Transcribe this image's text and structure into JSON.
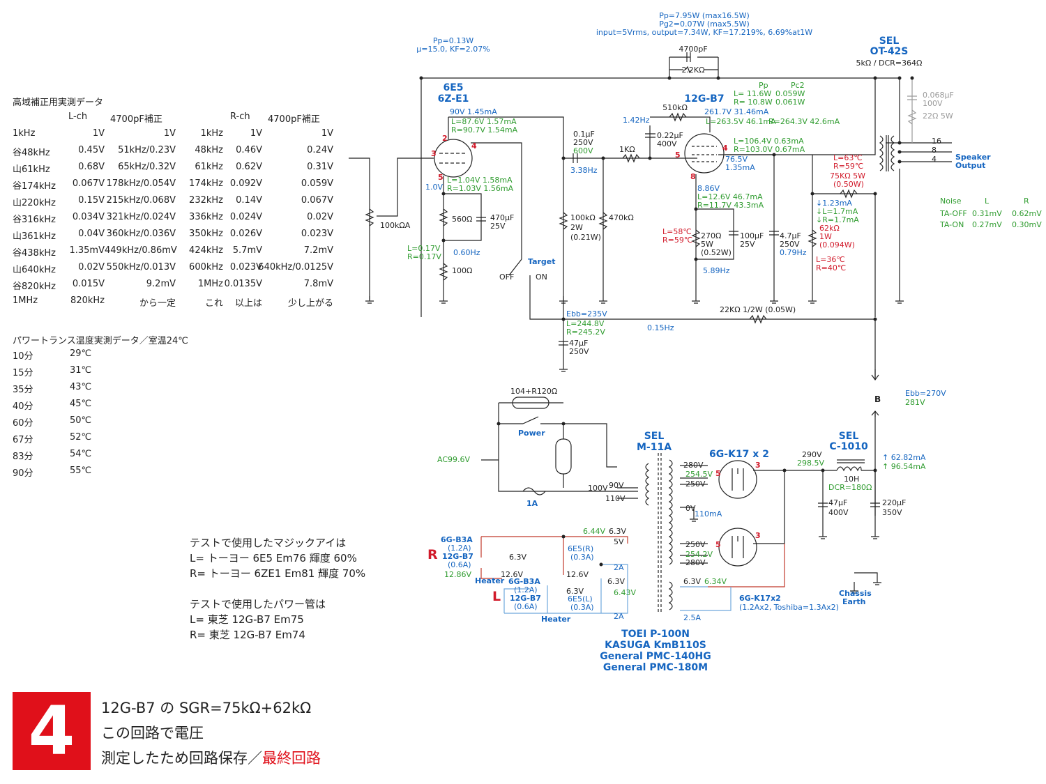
{
  "hf_table": {
    "title": "高域補正用実測データ",
    "headers": [
      "",
      "L-ch",
      "4700pF補正",
      "",
      "R-ch",
      "4700pF補正"
    ],
    "rows": [
      [
        "1kHz",
        "1V",
        "1V",
        "1kHz",
        "1V",
        "1V"
      ],
      [
        "谷48kHz",
        "0.45V",
        "51kHz/0.23V",
        "48kHz",
        "0.46V",
        "0.24V"
      ],
      [
        "山61kHz",
        "0.68V",
        "65kHz/0.32V",
        "61kHz",
        "0.62V",
        "0.31V"
      ],
      [
        "谷174kHz",
        "0.067V",
        "178kHz/0.054V",
        "174kHz",
        "0.092V",
        "0.059V"
      ],
      [
        "山220kHz",
        "0.15V",
        "215kHz/0.068V",
        "232kHz",
        "0.14V",
        "0.067V"
      ],
      [
        "谷316kHz",
        "0.034V",
        "321kHz/0.024V",
        "336kHz",
        "0.024V",
        "0.02V"
      ],
      [
        "山361kHz",
        "0.04V",
        "360kHz/0.036V",
        "350kHz",
        "0.026V",
        "0.023V"
      ],
      [
        "谷438kHz",
        "1.35mV",
        "449kHz/0.86mV",
        "424kHz",
        "5.7mV",
        "7.2mV"
      ],
      [
        "山640kHz",
        "0.02V",
        "550kHz/0.013V",
        "600kHz",
        "0.023V",
        "640kHz/0.0125V"
      ],
      [
        "谷820kHz",
        "0.015V",
        "9.2mV",
        "1MHz",
        "0.0135V",
        "7.8mV"
      ],
      [
        "1MHz",
        "820kHz",
        "から一定",
        "これ",
        "以上は",
        "少し上がる"
      ]
    ]
  },
  "temp_table": {
    "title": "パワートランス温度実測データ／室温24℃",
    "rows": [
      [
        "10分",
        "29℃"
      ],
      [
        "15分",
        "31℃"
      ],
      [
        "35分",
        "43℃"
      ],
      [
        "40分",
        "45℃"
      ],
      [
        "60分",
        "50℃"
      ],
      [
        "67分",
        "52℃"
      ],
      [
        "83分",
        "54℃"
      ],
      [
        "90分",
        "55℃"
      ]
    ]
  },
  "notes": {
    "eye_title": "テストで使用したマジックアイは",
    "eye_l": "L= トーヨー 6E5 Em76 輝度 60%",
    "eye_r": "R= トーヨー 6ZE1 Em81 輝度 70%",
    "pwr_title": "テストで使用したパワー管は",
    "pwr_l": "L= 東芝 12G-B7 Em75",
    "pwr_r": "R= 東芝 12G-B7 Em74"
  },
  "badge": {
    "number": "4"
  },
  "caption": {
    "line1": "12G-B7 の SGR=75kΩ+62kΩ",
    "line2": "この回路で電圧",
    "line3_a": "測定したため回路保存／",
    "line3_b": "最終回路"
  },
  "schematic": {
    "top_pp": "Pp=7.95W (max16.5W)",
    "top_pg2": "Pg2=0.07W (max5.5W)",
    "top_input": "input=5Vrms, output=7.34W, KF=17.219%, 6.69%at1W",
    "eye_pp": "Pp=0.13W",
    "eye_mu": "μ=15.0, KF=2.07%",
    "nfb_cap": "4700pF",
    "nfb_res": "2.2KΩ",
    "ot_brand": "SEL",
    "ot_model": "OT-42S",
    "ot_spec": "5kΩ / DCR=364Ω",
    "eye_tube_1": "6E5",
    "eye_tube_2": "6Z-E1",
    "pwr_tube": "12G-B7",
    "pp_hdr": "Pp",
    "pc2_hdr": "Pc2",
    "pp_l": "L= 11.6W",
    "pc2_l": "0.059W",
    "pp_r": "R= 10.8W",
    "pc2_r": "0.061W",
    "zobel_c": "0.068μF",
    "zobel_v": "100V",
    "zobel_r": "22Ω 5W",
    "eye_plate": "90V 1.45mA",
    "eye_plate_l": "L=87.6V 1.57mA",
    "eye_plate_r": "R=90.7V 1.54mA",
    "r510": "510kΩ",
    "v142": "1.42Hz",
    "g2_volt": "261.7V 31.46mA",
    "g2_l": "L=263.5V 46.1mA",
    "g2_r": "R=264.3V 42.6mA",
    "c01": "0.1μF",
    "c01_v": "250V",
    "c01_v2": "600V",
    "c022": "0.22μF",
    "c022_v": "400V",
    "pin2": "2",
    "pin3": "3",
    "pin4": "4",
    "pin5": "5",
    "pin8": "8",
    "pin4b": "4",
    "pin5b": "5",
    "r1k": "1KΩ",
    "hz338": "3.38Hz",
    "p_l": "L=106.4V 0.63mA",
    "p_r": "R=103.0V 0.67mA",
    "p_v": "76.5V",
    "p_i": "1.35mA",
    "tap16": "16",
    "tap8": "8",
    "tap4": "4",
    "spk": "Speaker",
    "spk2": "Output",
    "sg_temp_l": "L=63℃",
    "sg_temp_r": "R=59℃",
    "sg_res": "75KΩ 5W",
    "sg_pw": "(0.50W)",
    "k_l": "L=1.04V 1.58mA",
    "k_r": "R=1.03V 1.56mA",
    "k_v": "1.0V",
    "k8_v": "8.86V",
    "k8_l": "L=12.6V 46.7mA",
    "k8_r": "R=11.7V 43.3mA",
    "noise": "Noise",
    "noise_l": "L",
    "noise_r": "R",
    "taoff": "TA-OFF",
    "taoff_l": "0.31mV",
    "taoff_r": "0.62mV",
    "taon": "TA-ON",
    "taon_l": "0.27mV",
    "taon_r": "0.30mV",
    "i123": "↓1.23mA",
    "i17l": "↓L=1.7mA",
    "i17r": "↓R=1.7mA",
    "r62k": "62kΩ",
    "r62k_w": "1W",
    "r62k_p": "(0.094W)",
    "r62_tl": "L=36℃",
    "r62_tr": "R=40℃",
    "r100ka": "100kΩA",
    "r560": "560Ω",
    "c470": "470μF",
    "c470_v": "25V",
    "r100k": "100kΩ",
    "r100k_w": "2W",
    "r100k_p": "(0.21W)",
    "r470k": "470kΩ",
    "kt_l": "L=58℃",
    "kt_r": "R=59℃",
    "r270": "270Ω",
    "r270_w": "5W",
    "r270_p": "(0.52W)",
    "c100": "100μF",
    "c100_v": "25V",
    "c47a": "4.7μF",
    "c47a_v": "250V",
    "hz079": "0.79Hz",
    "l017": "L=0.17V",
    "r017": "R=0.17V",
    "hz060": "0.60Hz",
    "r100": "100Ω",
    "target": "Target",
    "off": "OFF",
    "on": "ON",
    "hz589": "5.89Hz",
    "ebb235": "Ebb=235V",
    "ebb235_l": "L=244.8V",
    "ebb235_r": "R=245.2V",
    "r22k": "22KΩ 1/2W (0.05W)",
    "hz015": "0.15Hz",
    "c47u": "47μF",
    "c47u_v": "250V",
    "ebb270": "Ebb=270V",
    "ebb281": "281V",
    "nodeB": "B",
    "r104": "104+R120Ω",
    "power": "Power",
    "ac": "AC99.6V",
    "fuse": "1A",
    "pt_brand": "SEL",
    "pt_model": "M-11A",
    "v100": "100V",
    "v90": "90V",
    "v110": "110V",
    "v280a": "280V",
    "v254a": "254.5V",
    "v250a": "250V",
    "v0": "0V",
    "i110": "110mA",
    "v250b": "250V",
    "v254b": "254.2V",
    "v280b": "280V",
    "rect": "6G-K17 x 2",
    "pin3r": "3",
    "pin5r": "5",
    "pin3r2": "3",
    "pin5r2": "5",
    "v290": "290V",
    "v2985": "298.5V",
    "ch_brand": "SEL",
    "ch_model": "C-1010",
    "ch_h": "10H",
    "ch_dcr": "DCR=180Ω",
    "i6282": "↑ 62.82mA",
    "i9654": "↑ 96.54mA",
    "c47b": "47μF",
    "c47b_v": "400V",
    "c220": "220μF",
    "c220_v": "350V",
    "h_644": "6.44V",
    "h_63a": "6.3V",
    "h_5v": "5V",
    "h_6e5r": "6E5(R)",
    "h_03a": "(0.3A)",
    "h_2a": "2A",
    "h_126": "12.6V",
    "h_63b": "6.3V",
    "h_643": "6.43V",
    "h_6e5l": "6E5(L)",
    "h_03b": "(0.3A)",
    "h_2b": "2A",
    "h_63c": "6.3V",
    "h_634": "6.34V",
    "h_25a": "2.5A",
    "h_rect": "6G-K17x2",
    "h_rect2": "(1.2Ax2, Toshiba=1.3Ax2)",
    "R_label": "R",
    "L_label": "L",
    "r_b3a": "6G-B3A",
    "r_12a": "(1.2A)",
    "r_b7": "12G-B7",
    "r_06a": "(0.6A)",
    "r_1286": "12.86V",
    "heater": "Heater",
    "h_63r": "6.3V",
    "h_126r": "12.6V",
    "l_b3a": "6G-B3A",
    "l_12a": "(1.2A)",
    "l_b7": "12G-B7",
    "l_06a": "(0.6A)",
    "l_63": "6.3V",
    "heater2": "Heater",
    "chassis": "Chassis",
    "earth": "Earth",
    "pt_alt1": "TOEI P-100N",
    "pt_alt2": "KASUGA KmB110S",
    "pt_alt3": "General PMC-140HG",
    "pt_alt4": "General PMC-180M"
  }
}
